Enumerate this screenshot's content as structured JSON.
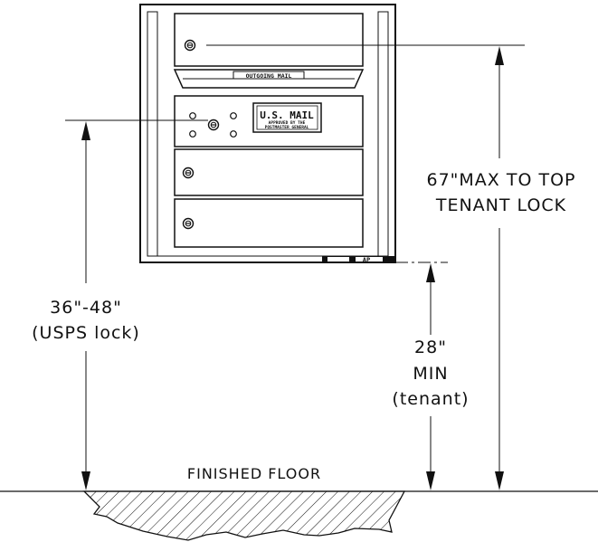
{
  "labels": {
    "outgoing_mail": "OUTGOING MAIL",
    "usps_plate_title": "U.S. MAIL",
    "usps_plate_line1": "APPROVED BY THE",
    "usps_plate_line2": "POSTMASTER GENERAL",
    "brand_plate": "AP",
    "finished_floor": "FINISHED FLOOR"
  },
  "dimensions": {
    "usps_lock_range": "36\"-48\"",
    "usps_lock_note": "(USPS lock)",
    "top_lock_line1": "67\"MAX TO TOP",
    "top_lock_line2": "TENANT LOCK",
    "tenant_min_value": "28\"",
    "tenant_min_label": "MIN",
    "tenant_min_note": "(tenant)"
  },
  "icons": {
    "lock": "keyed-lock-icon",
    "arrow": "dimension-arrow-icon",
    "floor": "hatched-floor-section"
  },
  "colors": {
    "line": "#111111",
    "background": "#ffffff"
  }
}
